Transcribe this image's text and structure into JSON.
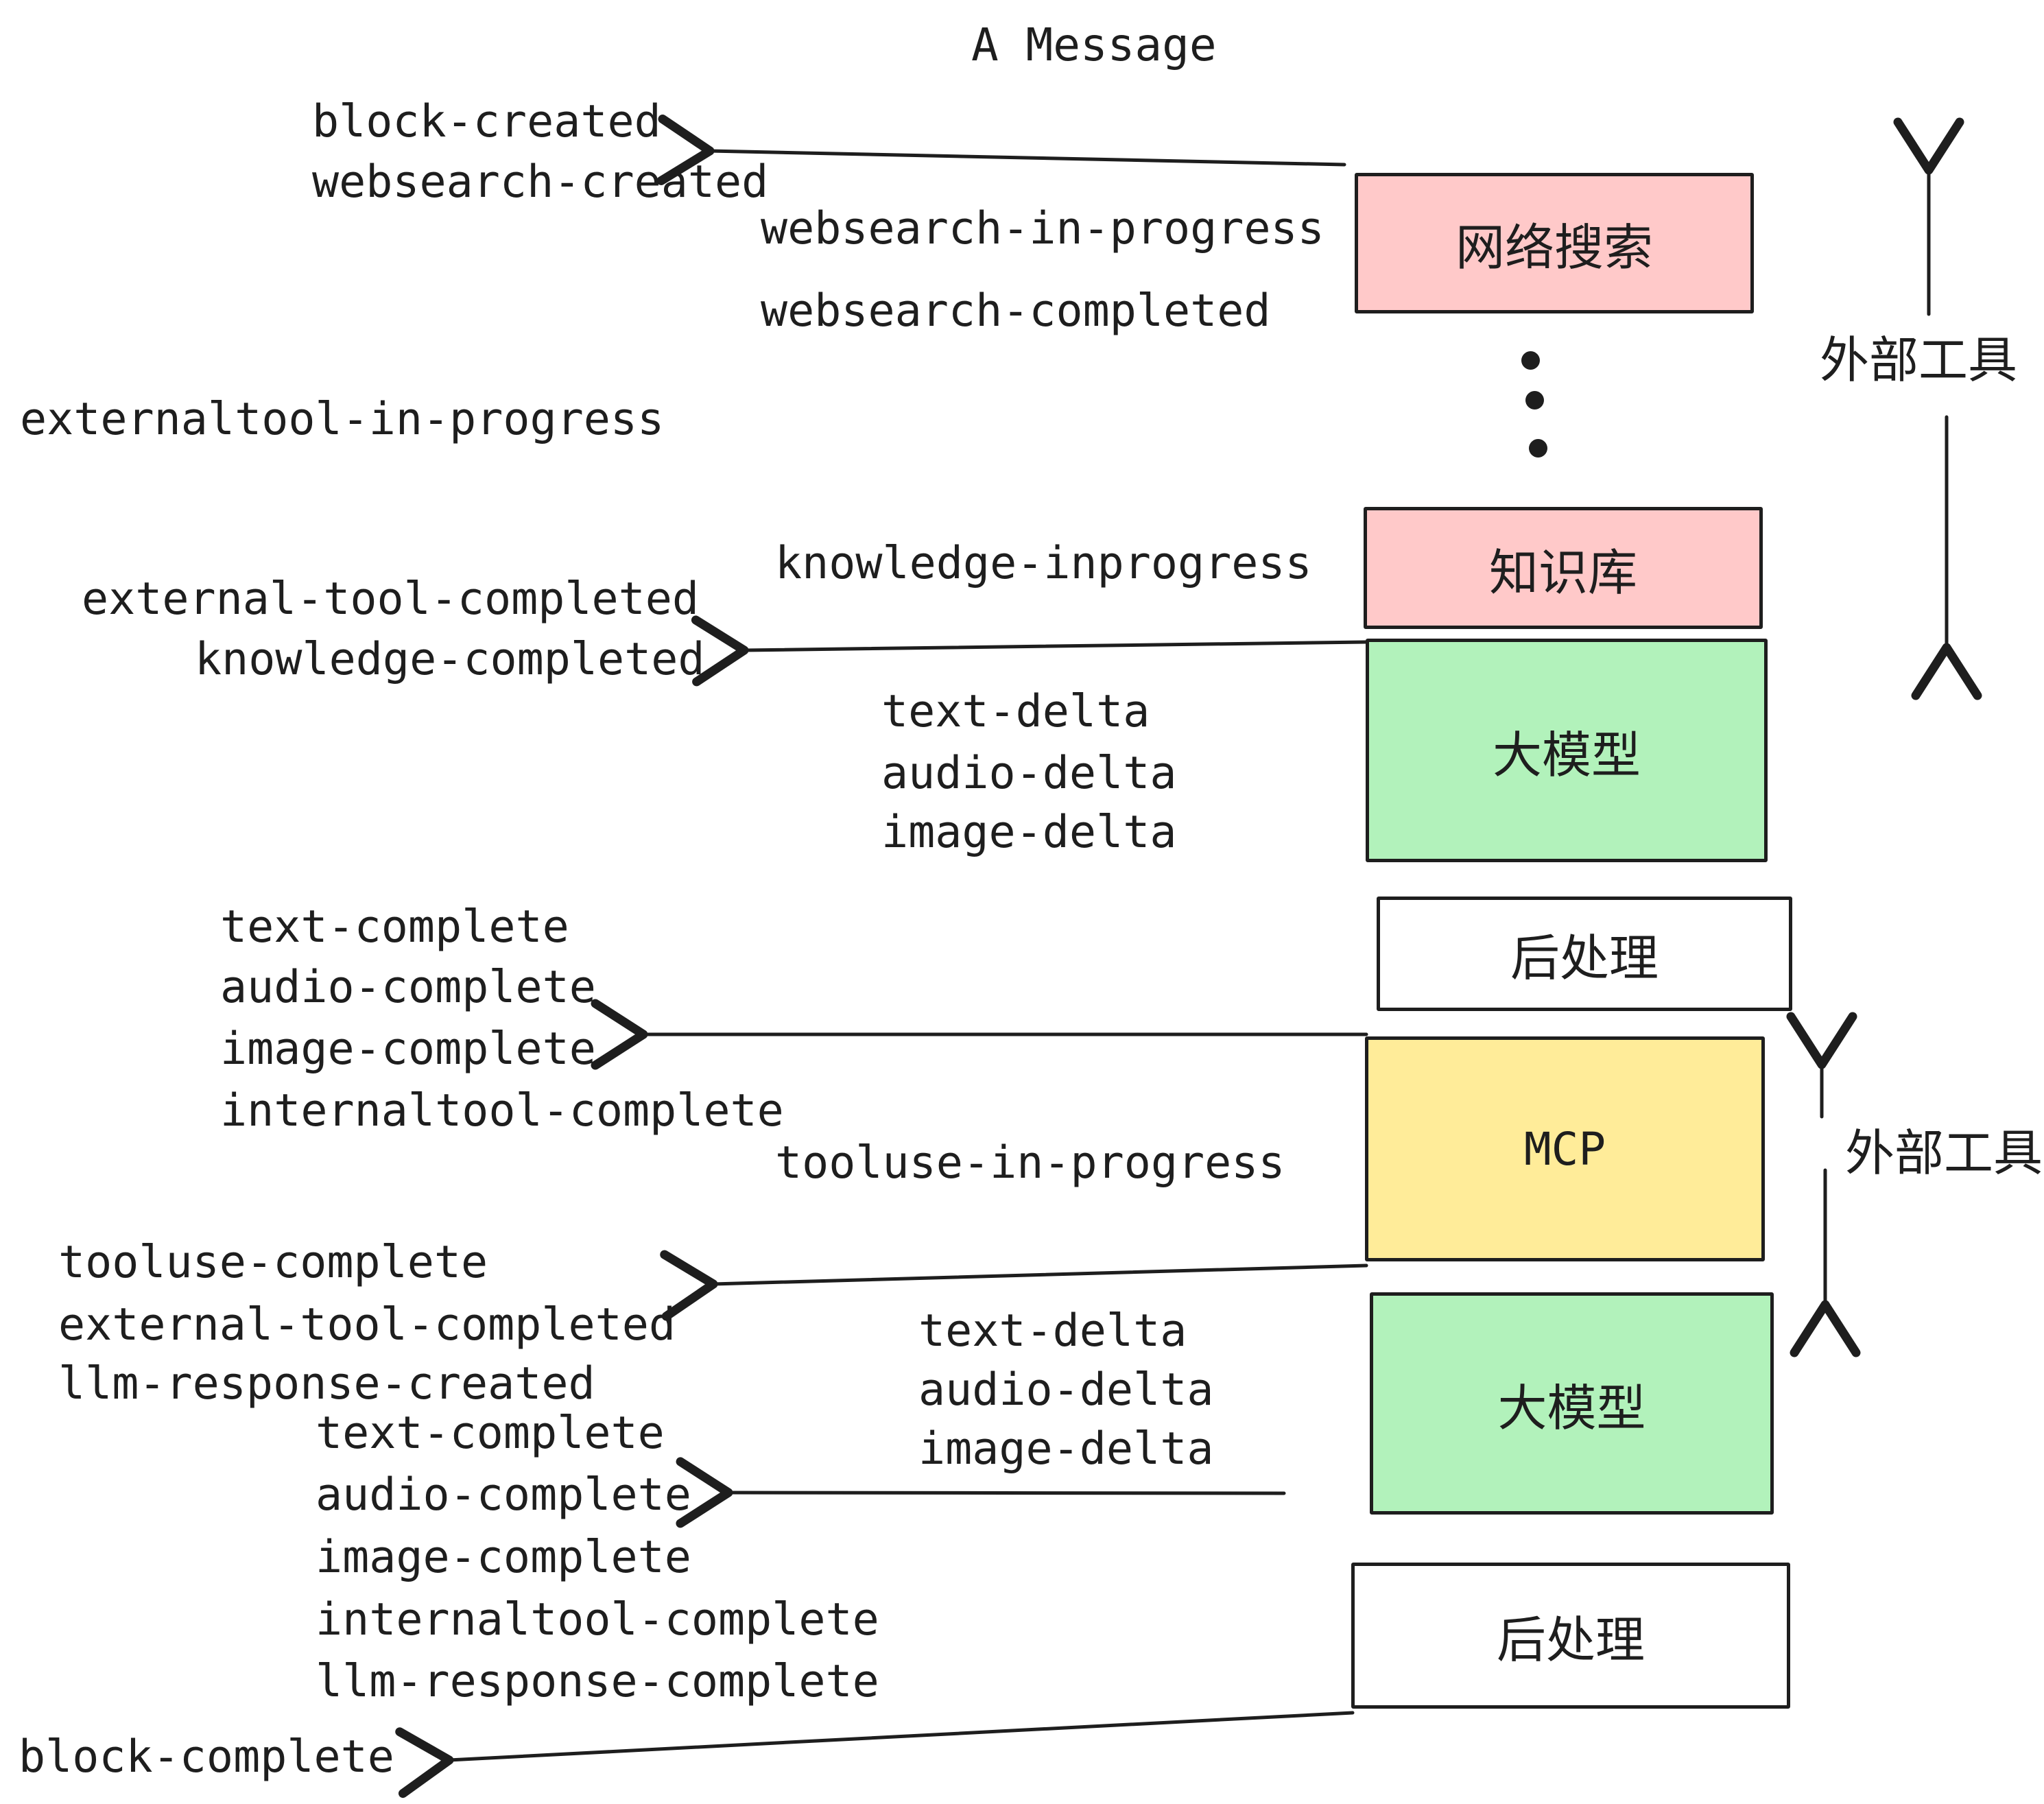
{
  "title": "A Message",
  "colors": {
    "ink": "#1e1e1e",
    "pink": "#ffc9c9",
    "green": "#b2f2bb",
    "yellow": "#ffec99",
    "white": "#ffffff"
  },
  "boxes": [
    {
      "label": "网络搜索",
      "color": "pink"
    },
    {
      "label": "知识库",
      "color": "pink"
    },
    {
      "label": "大模型",
      "color": "green"
    },
    {
      "label": "后处理",
      "color": "white"
    },
    {
      "label": "MCP",
      "color": "yellow"
    },
    {
      "label": "大模型",
      "color": "green"
    },
    {
      "label": "后处理",
      "color": "white"
    }
  ],
  "events": [
    "block-created",
    "websearch-created",
    "websearch-in-progress",
    "websearch-completed",
    "externaltool-in-progress",
    "knowledge-inprogress",
    "external-tool-completed",
    "knowledge-completed",
    "text-delta",
    "audio-delta",
    "image-delta",
    "text-complete",
    "audio-complete",
    "image-complete",
    "internaltool-complete",
    "tooluse-in-progress",
    "tooluse-complete",
    "external-tool-completed",
    "llm-response-created",
    "text-delta",
    "audio-delta",
    "image-delta",
    "text-complete",
    "audio-complete",
    "image-complete",
    "internaltool-complete",
    "llm-response-complete",
    "block-complete"
  ],
  "side_labels": [
    "外部工具",
    "外部工具"
  ],
  "icons": {
    "ellipsis": "vertical-dots"
  }
}
